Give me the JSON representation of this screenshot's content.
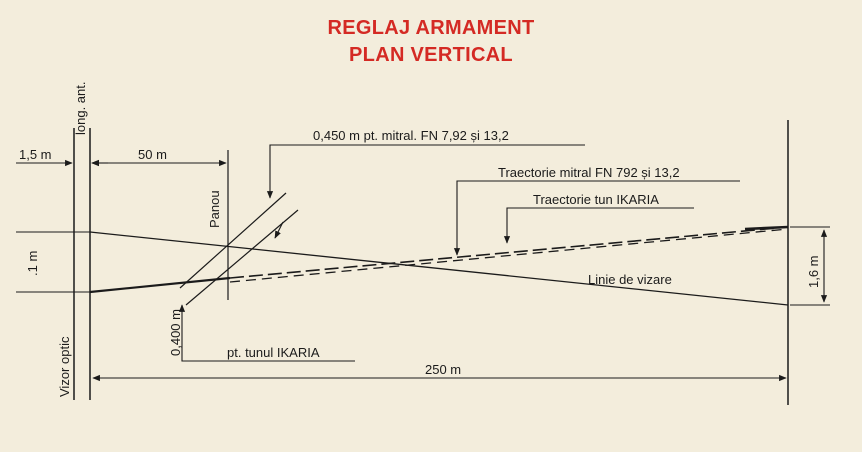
{
  "header": {
    "title_line1": "REGLAJ ARMAMENT",
    "title_line2": "PLAN VERTICAL"
  },
  "colors": {
    "title": "#d42a24",
    "ink": "#1b1b1b",
    "paper": "#f3eddc"
  },
  "labels": {
    "long_ant": "long. ant.",
    "d_1_5m": "1,5 m",
    "d_50m": "50 m",
    "panou": "Panou",
    "mitral_offset": "0,450 m pt. mitral. FN 7,92 și 13,2",
    "traj_mitral": "Traectorie mitral FN 792 și 13,2",
    "traj_tun": "Traectorie tun IKARIA",
    "d_1m": ".1 m",
    "d_0_400m": "0,400 m",
    "linie_vizare": "Linie de vizare",
    "d_1_6m": "1,6 m",
    "pt_tunul": "pt. tunul IKARIA",
    "vizor_optic": "Vizor optic",
    "d_250m": "250 m"
  }
}
